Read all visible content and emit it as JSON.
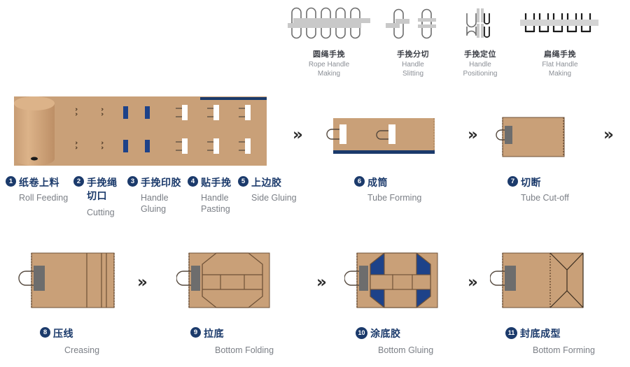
{
  "meta": {
    "colors": {
      "kraft": "#c9a078",
      "kraft_light": "#d9b188",
      "kraft_dark": "#b8916c",
      "outline": "#6e5137",
      "navy": "#1b3a6b",
      "blue_fill": "#1d4289",
      "grey": "#c9c9c9",
      "grey_dark": "#6d6d6d",
      "text_cn": "#1b3a6b",
      "text_en": "#7b7f86",
      "arrow": "#2b2b2b",
      "white": "#ffffff"
    }
  },
  "top_modules": [
    {
      "icon": "rope-handle-making-icon",
      "cn": "圆绳手挽",
      "en_line1": "Rope Handle",
      "en_line2": "Making"
    },
    {
      "icon": "handle-slitting-icon",
      "cn": "手挽分切",
      "en_line1": "Handle",
      "en_line2": "Slitting"
    },
    {
      "icon": "handle-positioning-icon",
      "cn": "手挽定位",
      "en_line1": "Handle",
      "en_line2": "Positioning"
    },
    {
      "icon": "flat-handle-making-icon",
      "cn": "扁绳手挽",
      "en_line1": "Flat Handle",
      "en_line2": "Making"
    }
  ],
  "steps": [
    {
      "num": "1",
      "cn": "纸卷上料",
      "en_line1": "Roll Feeding",
      "en_line2": ""
    },
    {
      "num": "2",
      "cn": "手挽绳",
      "cn_line2": "切口",
      "en_line1": "Cutting",
      "en_line2": ""
    },
    {
      "num": "3",
      "cn": "手挽印胶",
      "en_line1": "Handle",
      "en_line2": "Gluing"
    },
    {
      "num": "4",
      "cn": "贴手挽",
      "en_line1": "Handle",
      "en_line2": "Pasting"
    },
    {
      "num": "5",
      "cn": "上边胶",
      "en_line1": "Side Gluing",
      "en_line2": ""
    },
    {
      "num": "6",
      "cn": "成筒",
      "en_line1": "Tube Forming",
      "en_line2": ""
    },
    {
      "num": "7",
      "cn": "切断",
      "en_line1": "Tube Cut-off",
      "en_line2": ""
    },
    {
      "num": "8",
      "cn": "压线",
      "en_line1": "Creasing",
      "en_line2": ""
    },
    {
      "num": "9",
      "cn": "拉底",
      "en_line1": "Bottom Folding",
      "en_line2": ""
    },
    {
      "num": "10",
      "cn": "涂底胶",
      "en_line1": "Bottom Gluing",
      "en_line2": ""
    },
    {
      "num": "11",
      "cn": "封底成型",
      "en_line1": "Bottom Forming",
      "en_line2": ""
    }
  ],
  "arrows": {
    "glyph": "»"
  }
}
